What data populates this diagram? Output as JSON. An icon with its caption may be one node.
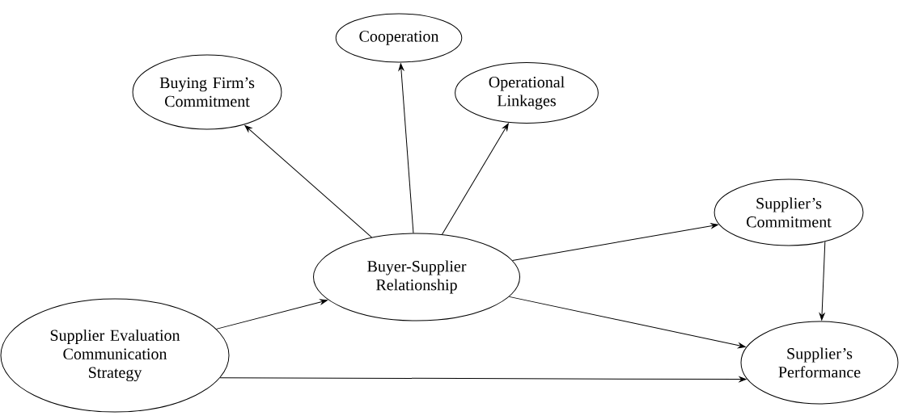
{
  "diagram": {
    "nodes": [
      {
        "text": [
          "Cooperation"
        ]
      },
      {
        "text": [
          "Buying Firm’s Commitment"
        ]
      },
      {
        "text": [
          "Operational Linkages"
        ]
      },
      {
        "text": [
          "Supplier’s Commitment"
        ]
      },
      {
        "text": [
          "Buyer-Supplier Relationship"
        ]
      },
      {
        "text": [
          "Supplier Evaluation Communication Strategy"
        ]
      },
      {
        "text": [
          "Supplier’s Performance"
        ]
      }
    ],
    "edges": [
      {
        "from": 4,
        "to": 1,
        "arrow": "to"
      },
      {
        "from": 4,
        "to": 0,
        "arrow": "to"
      },
      {
        "from": 4,
        "to": 2,
        "arrow": "to"
      },
      {
        "from": 4,
        "to": 3,
        "arrow": "to"
      },
      {
        "from": 4,
        "to": 6,
        "arrow": "to"
      },
      {
        "from": 5,
        "to": 4,
        "arrow": "to"
      },
      {
        "from": 5,
        "to": 6,
        "arrow": "to"
      },
      {
        "from": 3,
        "to": 6,
        "arrow": "to"
      }
    ]
  }
}
